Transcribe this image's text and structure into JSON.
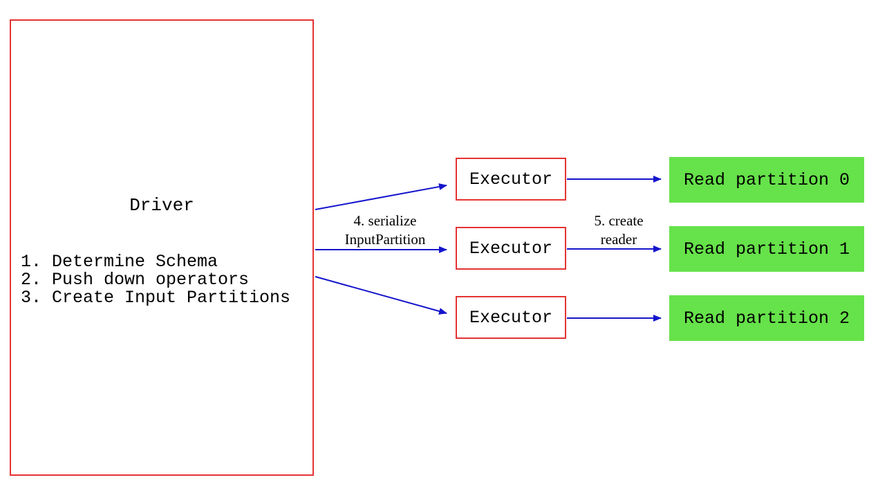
{
  "diagram": {
    "driver": {
      "title": "Driver",
      "steps": [
        "1. Determine Schema",
        "2. Push down operators",
        "3. Create Input Partitions"
      ]
    },
    "executors": [
      {
        "label": "Executor"
      },
      {
        "label": "Executor"
      },
      {
        "label": "Executor"
      }
    ],
    "partitions": [
      {
        "label": "Read partition 0"
      },
      {
        "label": "Read partition 1"
      },
      {
        "label": "Read partition 2"
      }
    ],
    "labels": {
      "serialize_line1": "4. serialize",
      "serialize_line2": "InputPartition",
      "reader_line1": "5. create",
      "reader_line2": "reader"
    },
    "colors": {
      "box-border": "#e53232",
      "arrow": "#1414cc",
      "partition-fill": "#66e24a"
    }
  }
}
